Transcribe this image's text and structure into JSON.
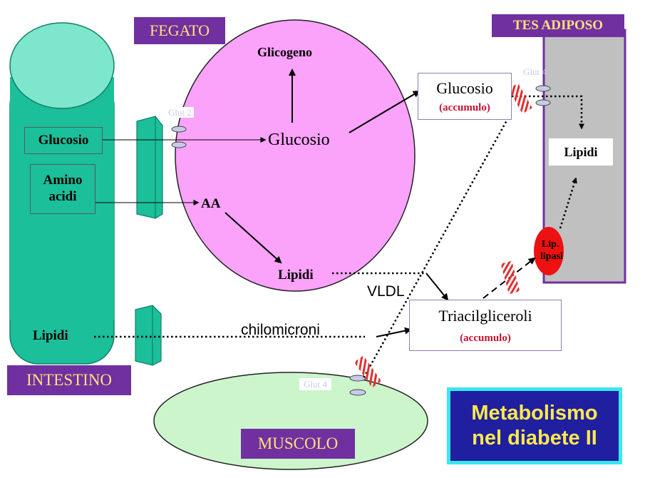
{
  "organs": {
    "liver": "FEGATO",
    "adipose": "TES ADIPOSO",
    "intestine": "INTESTINO",
    "muscle": "MUSCOLO"
  },
  "liver_contents": {
    "glycogen": "Glicogeno",
    "glucose": "Glucosio",
    "amino_acids": "AA",
    "lipids": "Lipidi"
  },
  "intestine_contents": {
    "glucose": "Glucosio",
    "amino_acids_line1": "Amino",
    "amino_acids_line2": "acidi",
    "lipids": "Lipidi"
  },
  "transporters": {
    "liver": "Glut 2",
    "adipose": "Glut 4",
    "muscle": "Glut 4"
  },
  "adipose_contents": {
    "glucose": "Glucosio",
    "glucose_note": "(accumulo)",
    "lipids": "Lipidi",
    "lipase_line1": "Lip.",
    "lipase_line2": "lipasi"
  },
  "blood": {
    "triacylglycerols": "Triacilgliceroli",
    "triacylglycerols_note": "(accumulo)",
    "vldl": "VLDL",
    "chylomicrons": "chilomicroni"
  },
  "title": {
    "line1": "Metabolismo",
    "line2": "nel diabete II"
  },
  "colors": {
    "purple": "#7030a0",
    "label_yellow": "#ffe27a",
    "intestine_teal": "#1bbf9a",
    "intestine_top": "#7ee6cc",
    "liver_pink": "#fba2fb",
    "muscle_green": "#ccf5cc",
    "adipose_gray": "#c0c0c0",
    "lipase_red": "#ee1111",
    "title_bg": "#1f1fa0",
    "title_text": "#ffe94d",
    "title_border": "#38e8ee",
    "block_red": "#e03030"
  }
}
